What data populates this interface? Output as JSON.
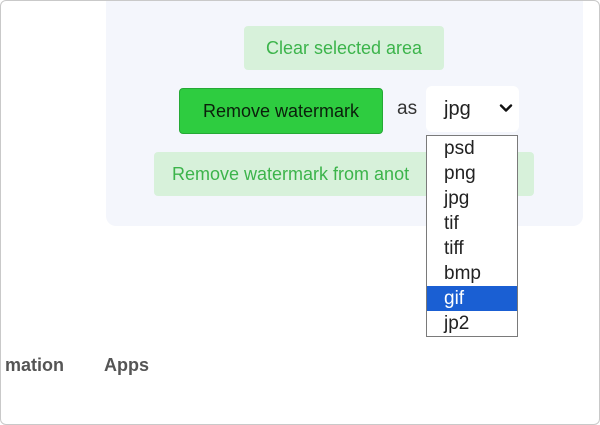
{
  "buttons": {
    "clear_selected_area": "Clear selected area",
    "remove_watermark": "Remove watermark",
    "remove_from_another": "Remove watermark from anot"
  },
  "format": {
    "as_label": "as",
    "selected_value": "jpg",
    "options": [
      "psd",
      "png",
      "jpg",
      "tif",
      "tiff",
      "bmp",
      "gif",
      "jp2"
    ],
    "highlighted_option": "gif"
  },
  "footer_nav": {
    "item_1": "mation",
    "item_2": "Apps"
  },
  "colors": {
    "primary_green": "#2ecc40",
    "light_green_bg": "#d7f1da",
    "light_green_text": "#3cb44b",
    "highlight_blue": "#1a5fd3"
  }
}
